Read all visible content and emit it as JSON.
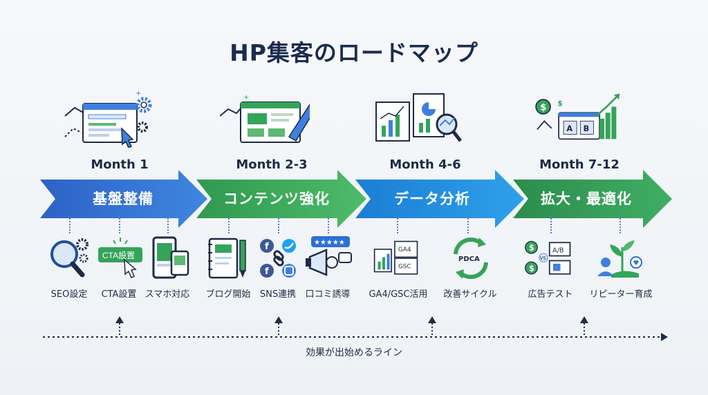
{
  "title": "HP集客のロードマップ",
  "phases": [
    {
      "month": "Month 1",
      "label": "基盤整備",
      "color": "#2d6fd6",
      "items": [
        "SEO設定",
        "CTA設置",
        "スマホ対応"
      ]
    },
    {
      "month": "Month 2-3",
      "label": "コンテンツ強化",
      "color": "#35a35a",
      "items": [
        "ブログ開始",
        "SNS連携",
        "口コミ誘導"
      ]
    },
    {
      "month": "Month 4-6",
      "label": "データ分析",
      "color": "#1b86d8",
      "items": [
        "GA4/GSC活用",
        "改善サイクル"
      ]
    },
    {
      "month": "Month 7-12",
      "label": "拡大・最適化",
      "color": "#2e9a56",
      "items": [
        "広告テスト",
        "リピーター育成"
      ]
    }
  ],
  "icon_text": {
    "cta_badge": "CTA設置",
    "ga4": "GA4",
    "gsc": "GSC",
    "pdca": "PDCA",
    "ab_a": "A",
    "ab_b": "B",
    "ab_test": "A/B",
    "vs": "VS",
    "dollar": "$"
  },
  "effect_label": "効果が出始めるライン"
}
